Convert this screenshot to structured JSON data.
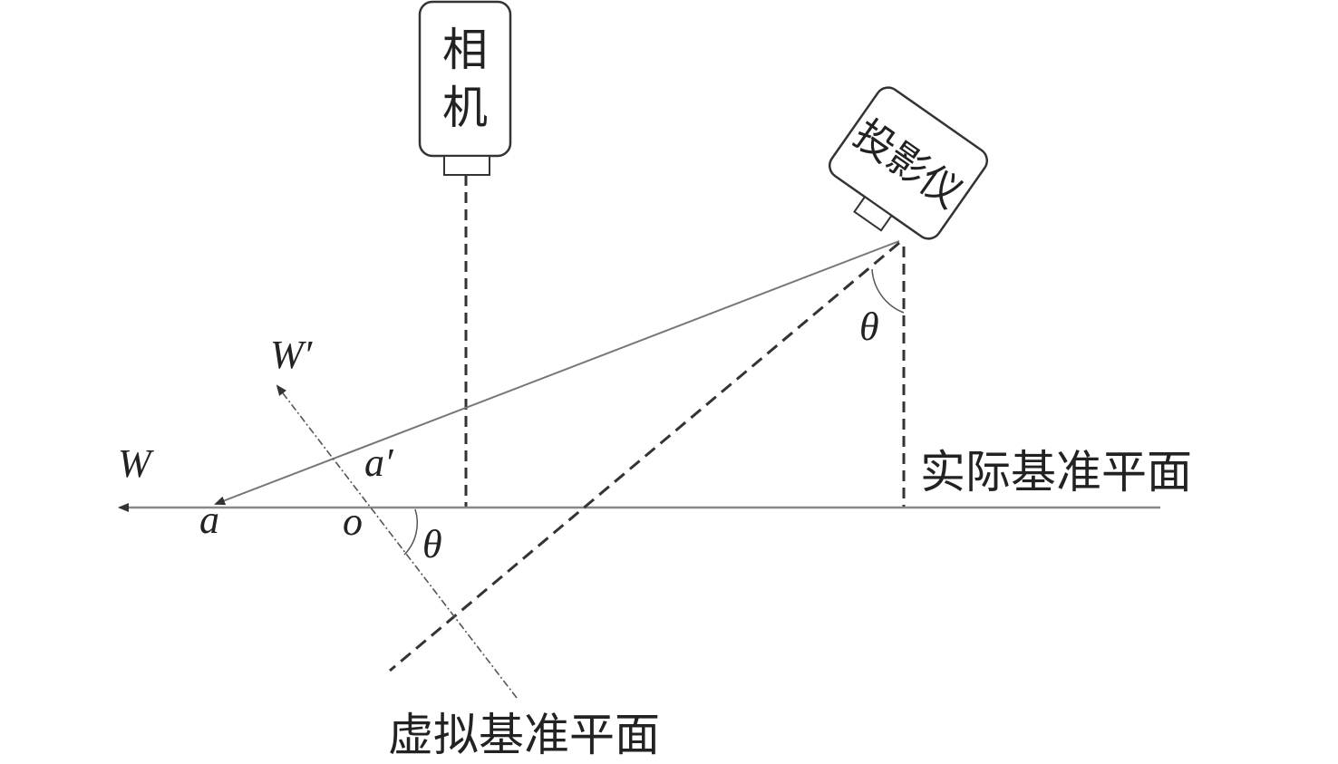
{
  "camera": {
    "label_line1": "相",
    "label_line2": "机"
  },
  "projector": {
    "label": "投影仪"
  },
  "labels": {
    "w": "W",
    "w_prime": "W′",
    "a": "a",
    "a_prime": "a′",
    "o": "o",
    "theta_o": "θ",
    "theta_projector": "θ",
    "actual_plane": "实际基准平面",
    "virtual_plane": "虚拟基准平面"
  }
}
